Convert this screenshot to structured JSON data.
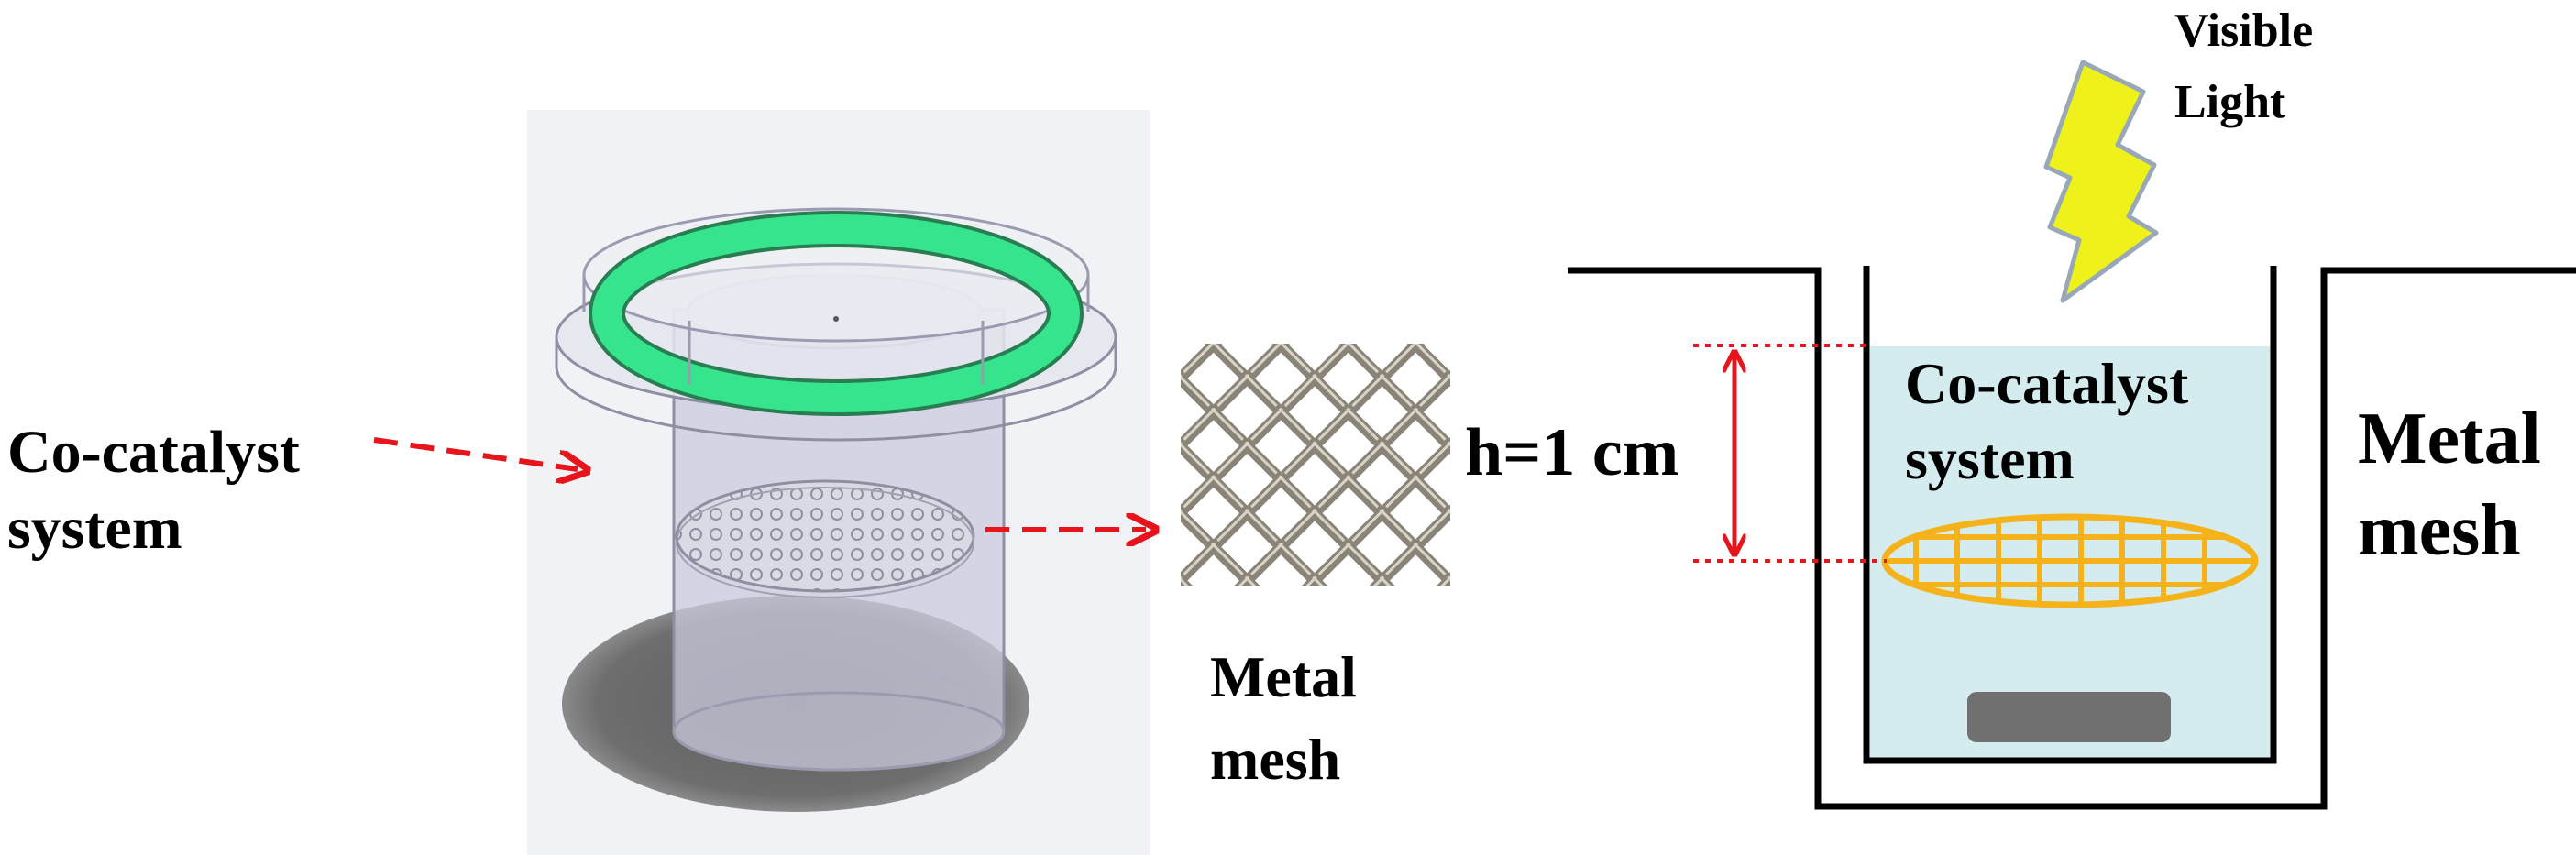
{
  "left_panel": {
    "label_line1": "Co-catalyst",
    "label_line2": "system"
  },
  "mesh_panel": {
    "label_line1": "Metal",
    "label_line2": "mesh"
  },
  "right_panel": {
    "light_line1": "Visible",
    "light_line2": "Light",
    "height_label": "h=1 cm",
    "solution_line1": "Co-catalyst",
    "solution_line2": "system",
    "mesh_line1": "Metal",
    "mesh_line2": "mesh"
  },
  "colors": {
    "arrow_red": "#e8141b",
    "ring_green": "#35e48c",
    "mesh_orange": "#f5b21a",
    "solution_blue": "#d4ecee",
    "lightning_yellow": "#eef21a",
    "shadow_gray": "#6e6e6e",
    "stir_bar_gray": "#707070"
  },
  "icons": {
    "light": "lightning-bolt-icon"
  }
}
